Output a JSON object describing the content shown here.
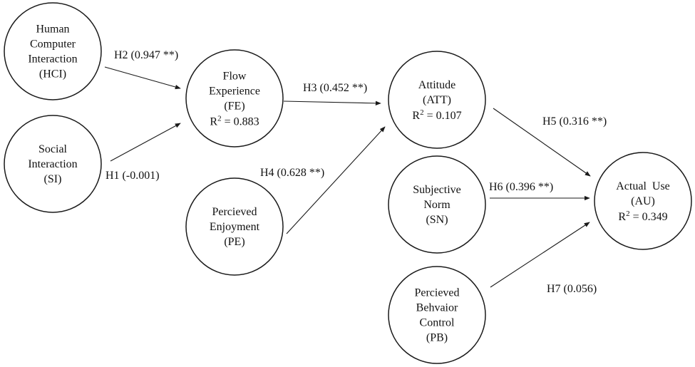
{
  "nodes": [
    {
      "id": "HCI",
      "lines": [
        "Human",
        "Computer",
        "Interaction",
        "(HCI)"
      ],
      "r2": ""
    },
    {
      "id": "SI",
      "lines": [
        "Social",
        "Interaction",
        "(SI)"
      ],
      "r2": ""
    },
    {
      "id": "FE",
      "lines": [
        "Flow",
        "Experience",
        "(FE)"
      ],
      "r2": "0.883"
    },
    {
      "id": "PE",
      "lines": [
        "Percieved",
        "Enjoyment",
        "(PE)"
      ],
      "r2": ""
    },
    {
      "id": "ATT",
      "lines": [
        "Attitude",
        "(ATT)"
      ],
      "r2": "0.107"
    },
    {
      "id": "SN",
      "lines": [
        "Subjective",
        "Norm",
        "(SN)"
      ],
      "r2": ""
    },
    {
      "id": "PB",
      "lines": [
        "Percieved",
        "Behvaior",
        "Control",
        "(PB)"
      ],
      "r2": ""
    },
    {
      "id": "AU",
      "lines": [
        "Actual  Use",
        "(AU)"
      ],
      "r2": "0.349"
    }
  ],
  "edges": [
    {
      "from": "HCI",
      "to": "FE",
      "label": "H2 (0.947 **)"
    },
    {
      "from": "SI",
      "to": "FE",
      "label": "H1 (-0.001)"
    },
    {
      "from": "FE",
      "to": "ATT",
      "label": "H3 (0.452 **)"
    },
    {
      "from": "PE",
      "to": "ATT",
      "label": "H4 (0.628 **)"
    },
    {
      "from": "ATT",
      "to": "AU",
      "label": "H5 (0.316 **)"
    },
    {
      "from": "SN",
      "to": "AU",
      "label": "H6 (0.396 **)"
    },
    {
      "from": "PB",
      "to": "AU",
      "label": "H7 (0.056)"
    }
  ],
  "r2_prefix": "R",
  "r2_superscript": "2",
  "r2_equals": " = "
}
